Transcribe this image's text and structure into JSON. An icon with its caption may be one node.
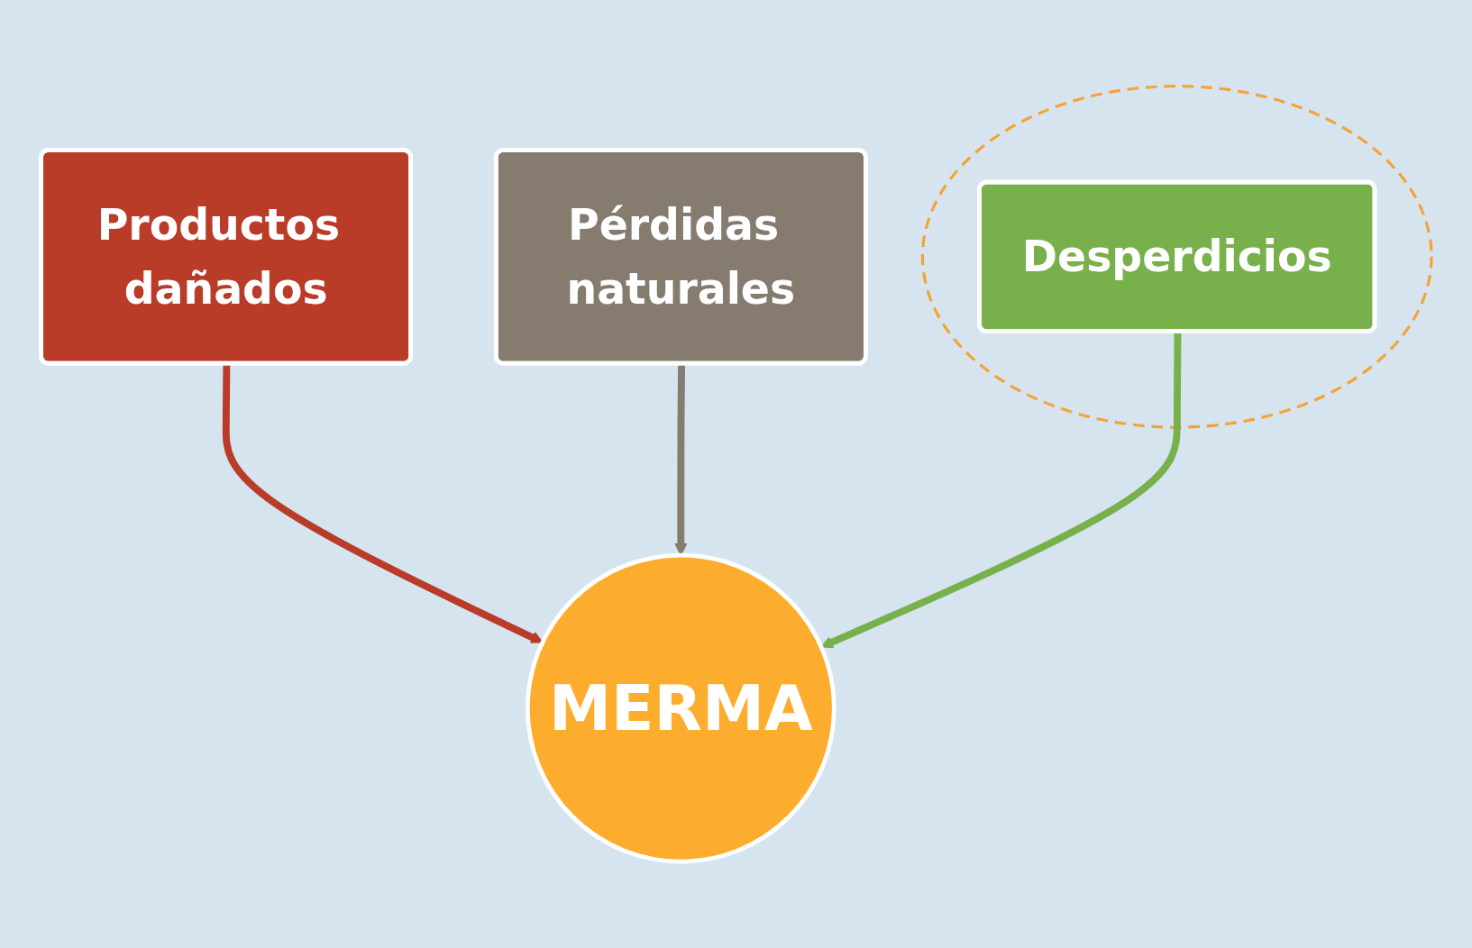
{
  "diagram": {
    "nodes": [
      {
        "text": [
          "Productos dañados"
        ]
      },
      {
        "text": [
          "Pérdidas naturales"
        ]
      },
      {
        "text": [],
        "shape": "circle"
      },
      {
        "text": [
          "Desperdicios"
        ],
        "in": 2
      },
      {
        "text": [
          "MERMA"
        ]
      }
    ],
    "edges": [
      {
        "from": 0,
        "to": 4,
        "arrow": "to",
        "color": "#b93c28"
      },
      {
        "from": 1,
        "to": 4,
        "arrow": "to",
        "color": "#857b6e"
      },
      {
        "from": 3,
        "to": 4,
        "arrow": "to",
        "color": "#78b04b"
      }
    ]
  }
}
